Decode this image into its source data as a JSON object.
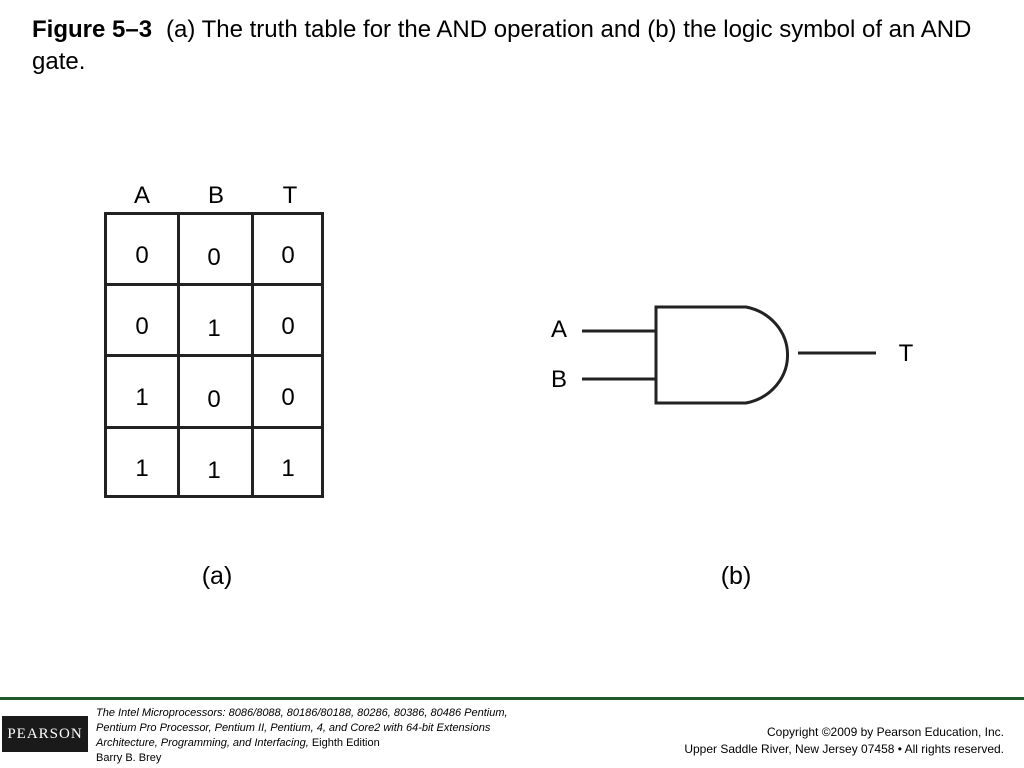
{
  "caption": {
    "label": "Figure 5–3",
    "text": "(a) The truth table for the AND operation and (b) the logic symbol of an AND gate."
  },
  "truth_table": {
    "headers": [
      "A",
      "B",
      "T"
    ],
    "rows": [
      [
        "0",
        "0",
        "0"
      ],
      [
        "0",
        "1",
        "0"
      ],
      [
        "1",
        "0",
        "0"
      ],
      [
        "1",
        "1",
        "1"
      ]
    ],
    "sub_label": "(a)"
  },
  "gate": {
    "input_a": "A",
    "input_b": "B",
    "output": "T",
    "sub_label": "(b)"
  },
  "footer": {
    "logo": "PEARSON",
    "book_title": "The Intel Microprocessors:",
    "book_models": "8086/8088, 80186/80188, 80286, 80386, 80486 Pentium,",
    "book_line2": "Pentium Pro Processor, Pentium II, Pentium, 4, and Core2 with 64-bit Extensions",
    "book_line3_italic": "Architecture, Programming, and Interfacing,",
    "book_line3_edition": "Eighth Edition",
    "author": "Barry B. Brey",
    "copyright_line1": "Copyright ©2009 by Pearson Education, Inc.",
    "copyright_line2": "Upper Saddle River, New Jersey 07458 • All rights reserved."
  }
}
